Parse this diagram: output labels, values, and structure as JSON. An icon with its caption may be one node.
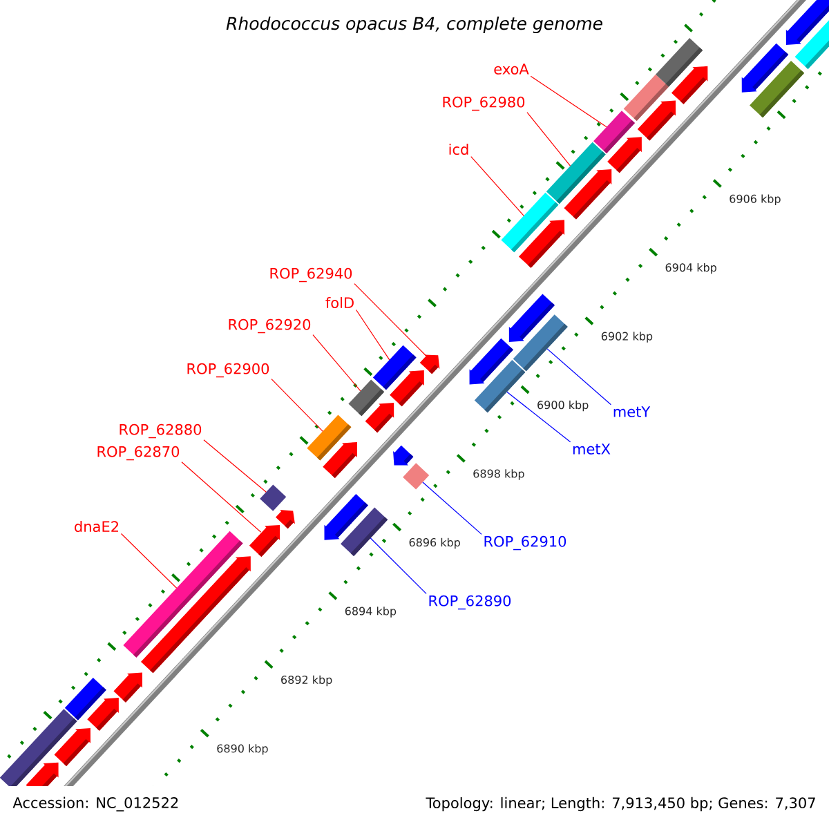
{
  "diagram": {
    "title": "Rhodococcus opacus B4, complete genome",
    "nodes": [
      {
        "text": [
          "exoA"
        ]
      },
      {
        "text": [],
        "shape": "box"
      },
      {
        "text": [
          "ROP_62980"
        ]
      },
      {
        "text": [],
        "shape": "box"
      },
      {
        "text": [
          "icd"
        ]
      },
      {
        "text": [],
        "shape": "box"
      },
      {
        "text": [
          "ROP_62940"
        ]
      },
      {
        "text": [],
        "shape": "pentagon"
      },
      {
        "text": [
          "folD"
        ]
      },
      {
        "text": [],
        "shape": "box"
      },
      {
        "text": [
          "ROP_62920"
        ]
      },
      {
        "text": [],
        "shape": "box"
      },
      {
        "text": [
          "ROP_62900"
        ]
      },
      {
        "text": [],
        "shape": "box"
      },
      {
        "text": [
          "ROP_62880"
        ]
      },
      {
        "text": [],
        "shape": "diamond"
      },
      {
        "text": [
          "ROP_62870"
        ]
      },
      {
        "text": [],
        "shape": "pentagon"
      },
      {
        "text": [
          "dnaE2"
        ]
      },
      {
        "text": [],
        "shape": "box"
      },
      {
        "text": [
          "metY"
        ]
      },
      {
        "text": [],
        "shape": "box"
      },
      {
        "text": [
          "metX"
        ]
      },
      {
        "text": [],
        "shape": "box"
      },
      {
        "text": [
          "ROP_62910"
        ]
      },
      {
        "text": [],
        "shape": "diamond"
      },
      {
        "text": [
          "ROP_62890"
        ]
      },
      {
        "text": [],
        "shape": "box"
      },
      {
        "text": [],
        "shape": "box"
      },
      {
        "text": [],
        "shape": "box"
      },
      {
        "text": [],
        "shape": "box"
      },
      {
        "text": [],
        "shape": "box"
      },
      {
        "text": [],
        "shape": "pentagon"
      },
      {
        "text": [],
        "shape": "pentagon"
      },
      {
        "text": [],
        "shape": "pentagon"
      },
      {
        "text": [],
        "shape": "pentagon"
      },
      {
        "text": [],
        "shape": "pentagon"
      },
      {
        "text": [],
        "shape": "pentagon"
      },
      {
        "text": [],
        "shape": "pentagon"
      },
      {
        "text": [],
        "shape": "pentagon"
      },
      {
        "text": [],
        "shape": "pentagon"
      },
      {
        "text": [],
        "shape": "pentagon"
      },
      {
        "text": [],
        "shape": "pentagon"
      },
      {
        "text": [],
        "shape": "pentagon"
      },
      {
        "text": [],
        "shape": "pentagon"
      },
      {
        "text": [],
        "shape": "pentagon"
      },
      {
        "text": [],
        "shape": "pentagon"
      },
      {
        "text": [],
        "shape": "pentagon"
      },
      {
        "text": [],
        "shape": "pentagon"
      },
      {
        "text": [],
        "shape": "pentagon"
      },
      {
        "text": [],
        "shape": "pentagon"
      },
      {
        "text": [],
        "shape": "pentagon"
      },
      {
        "text": [],
        "shape": "box"
      },
      {
        "text": [],
        "shape": "box"
      }
    ],
    "edges": [
      {
        "from": 0,
        "to": 1,
        "arrow": "none"
      },
      {
        "from": 2,
        "to": 3,
        "arrow": "none"
      },
      {
        "from": 4,
        "to": 5,
        "arrow": "none"
      },
      {
        "from": 6,
        "to": 7,
        "arrow": "none"
      },
      {
        "from": 8,
        "to": 9,
        "arrow": "none"
      },
      {
        "from": 10,
        "to": 11,
        "arrow": "none"
      },
      {
        "from": 12,
        "to": 13,
        "arrow": "none"
      },
      {
        "from": 14,
        "to": 15,
        "arrow": "none"
      },
      {
        "from": 16,
        "to": 17,
        "arrow": "none"
      },
      {
        "from": 18,
        "to": 19,
        "arrow": "none"
      },
      {
        "from": 20,
        "to": 21,
        "arrow": "none",
        "color": "#0000ff"
      },
      {
        "from": 22,
        "to": 23,
        "arrow": "none",
        "color": "#0000ff"
      },
      {
        "from": 24,
        "to": 25,
        "arrow": "none",
        "color": "#0000ff"
      },
      {
        "from": 26,
        "to": 27,
        "arrow": "none",
        "color": "#0000ff"
      }
    ],
    "labels": [
      "6890 kbp",
      "6892 kbp",
      "6894 kbp",
      "6896 kbp",
      "6898 kbp",
      "6900 kbp",
      "6902 kbp",
      "6904 kbp",
      "6906 kbp",
      "Accession: NC_012522",
      "Topology: linear; Length: 7,913,450 bp; Genes: 7,307"
    ]
  }
}
